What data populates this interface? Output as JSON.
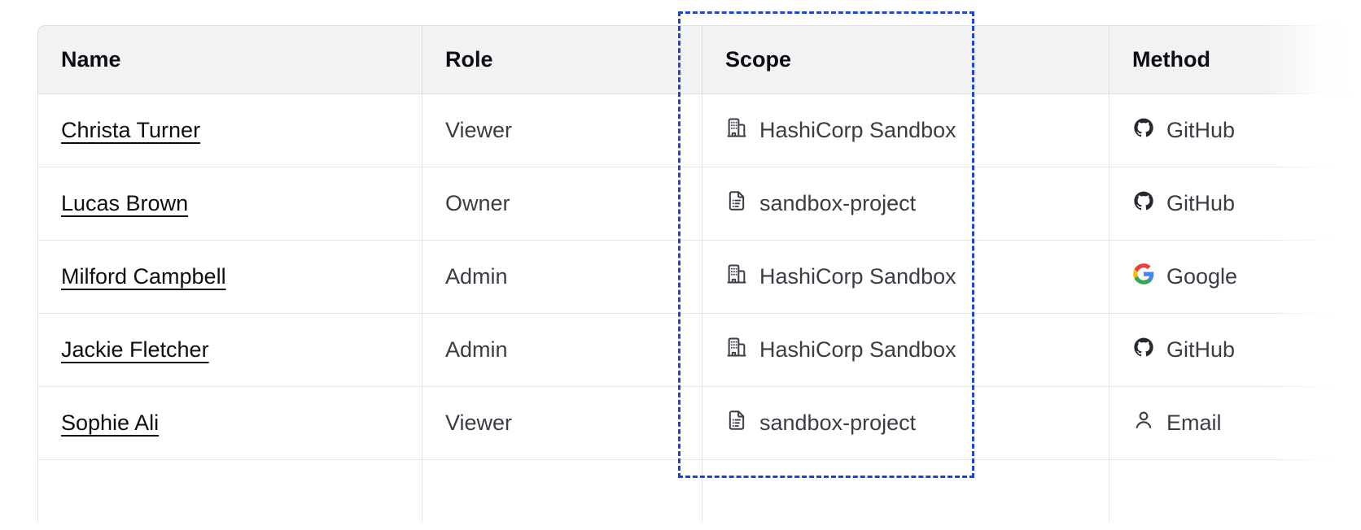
{
  "table": {
    "columns": [
      {
        "key": "name",
        "label": "Name"
      },
      {
        "key": "role",
        "label": "Role"
      },
      {
        "key": "scope",
        "label": "Scope"
      },
      {
        "key": "method",
        "label": "Method"
      }
    ],
    "rows": [
      {
        "name": "Christa Turner",
        "role": "Viewer",
        "scope": "HashiCorp Sandbox",
        "scope_icon": "organization-building-icon",
        "method": "GitHub",
        "method_icon": "github-icon"
      },
      {
        "name": "Lucas Brown",
        "role": "Owner",
        "scope": "sandbox-project",
        "scope_icon": "project-document-icon",
        "method": "GitHub",
        "method_icon": "github-icon"
      },
      {
        "name": "Milford Campbell",
        "role": "Admin",
        "scope": "HashiCorp Sandbox",
        "scope_icon": "organization-building-icon",
        "method": "Google",
        "method_icon": "google-icon"
      },
      {
        "name": "Jackie Fletcher",
        "role": "Admin",
        "scope": "HashiCorp Sandbox",
        "scope_icon": "organization-building-icon",
        "method": "GitHub",
        "method_icon": "github-icon"
      },
      {
        "name": "Sophie Ali",
        "role": "Viewer",
        "scope": "sandbox-project",
        "scope_icon": "project-document-icon",
        "method": "Email",
        "method_icon": "user-person-icon"
      }
    ]
  },
  "highlight": {
    "target_column": "Scope",
    "border_color": "#1c45d6",
    "style": "dashed"
  },
  "colors": {
    "header_background": "#f1f2f3",
    "header_text": "#0c0e11",
    "body_text": "#3b3d45",
    "link_text": "#0c0e11",
    "border": "#e4e5e9",
    "highlight": "#1c45d6"
  }
}
